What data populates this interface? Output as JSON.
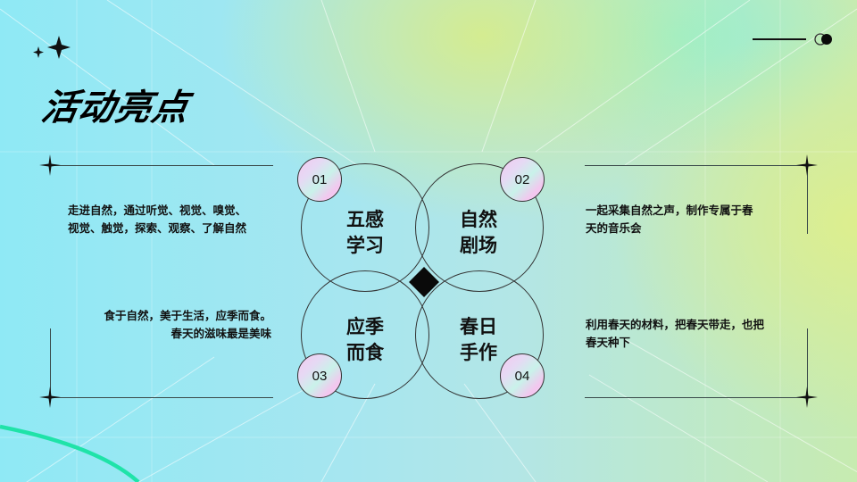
{
  "title": "活动亮点",
  "features": [
    {
      "number": "01",
      "label_line1": "五感",
      "label_line2": "学习"
    },
    {
      "number": "02",
      "label_line1": "自然",
      "label_line2": "剧场"
    },
    {
      "number": "03",
      "label_line1": "应季",
      "label_line2": "而食"
    },
    {
      "number": "04",
      "label_line1": "春日",
      "label_line2": "手作"
    }
  ],
  "descriptions": {
    "top_left": {
      "line1": "走进自然，通过听觉、视觉、嗅觉、",
      "line2": "视觉、触觉，探索、观察、了解自然"
    },
    "bottom_left": {
      "line1": "食于自然，美于生活，应季而食。",
      "line2": "春天的滋味最是美味"
    },
    "top_right": {
      "line1": "一起采集自然之声，制作专属于春",
      "line2": "天的音乐会"
    },
    "bottom_right": {
      "line1": "利用春天的材料，把春天带走，也把",
      "line2": "春天种下"
    }
  },
  "colors": {
    "bg_cyan": "#8fe9f5",
    "bg_yellow_green": "#d6ec8c",
    "accent_green_arc": "#1fe3a8",
    "text": "#111111"
  },
  "icons": [
    "sparkle-icon",
    "toggle-icon",
    "crosshair-star-icon",
    "diamond-icon"
  ]
}
